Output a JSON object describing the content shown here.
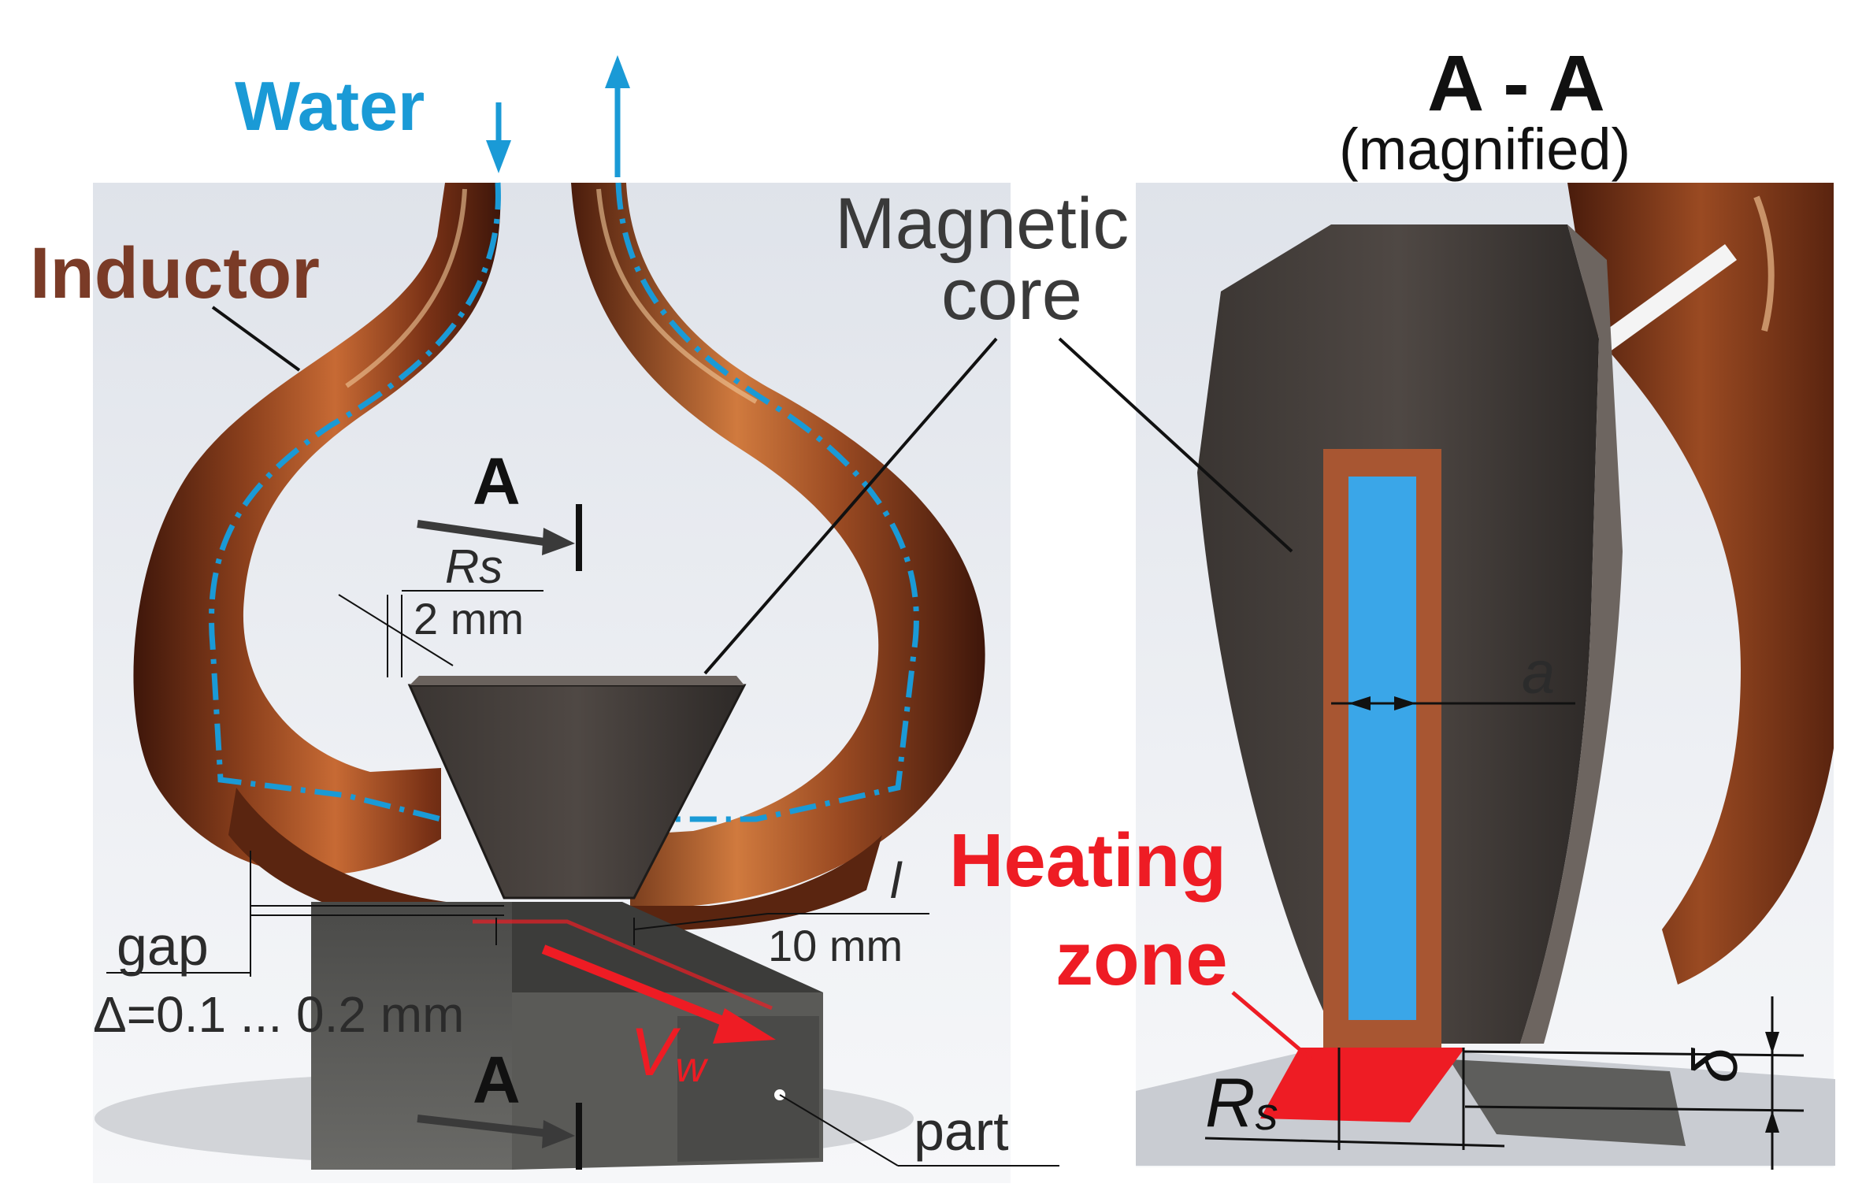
{
  "labels": {
    "water": "Water",
    "inductor": "Inductor",
    "magnetic_line1": "Magnetic",
    "magnetic_line2": "core",
    "section_title": "A - A",
    "section_subtitle": "(magnified)",
    "section_mark_top": "A",
    "section_mark_bottom": "A",
    "rs_symbol": "Rs",
    "rs_value": "2 mm",
    "l_symbol": "l",
    "l_value": "10 mm",
    "gap_label": "gap",
    "gap_range": "Δ=0.1 ... 0.2 mm",
    "velocity_main": "V",
    "velocity_sub": "w",
    "part_label": "part",
    "heating_line1": "Heating",
    "heating_line2": "zone",
    "a_symbol": "a",
    "rs_right_main": "R",
    "rs_right_sub": "s",
    "delta_symbol": "δ"
  },
  "colors": {
    "water": "#1a9ad6",
    "inductor_text": "#7a3b27",
    "copper": "#8a3f1c",
    "copper_light": "#c76a34",
    "copper_dark": "#3e160a",
    "core": "#4b4541",
    "core_dark": "#2a2624",
    "heating": "#ee1c24",
    "channel": "#3aa6e8",
    "text_dark": "#2b2b2b"
  }
}
